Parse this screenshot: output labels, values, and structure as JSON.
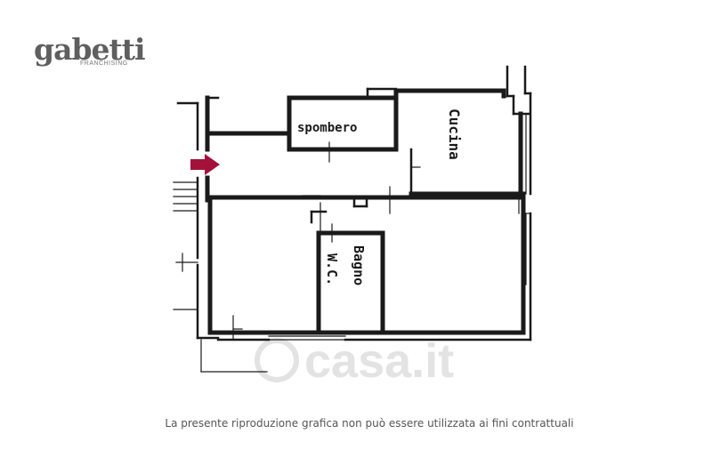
{
  "logo": {
    "brand": "gabetti",
    "sub": "FRANCHISING"
  },
  "rooms": {
    "storage": "spombero",
    "kitchen": "Cucina",
    "bath": "Bagno",
    "wc": "W.C."
  },
  "watermark": {
    "text": "casa.it"
  },
  "caption": "La presente riproduzione grafica non può essere utilizzata ai fini contrattuali",
  "colors": {
    "wall": "#1a1a1a",
    "entrance_arrow": "#a3123a",
    "watermark": "#e3e3e3"
  },
  "icons": {
    "entrance": "entrance-arrow-icon",
    "watermark_logo": "casa-it-logo-icon"
  }
}
